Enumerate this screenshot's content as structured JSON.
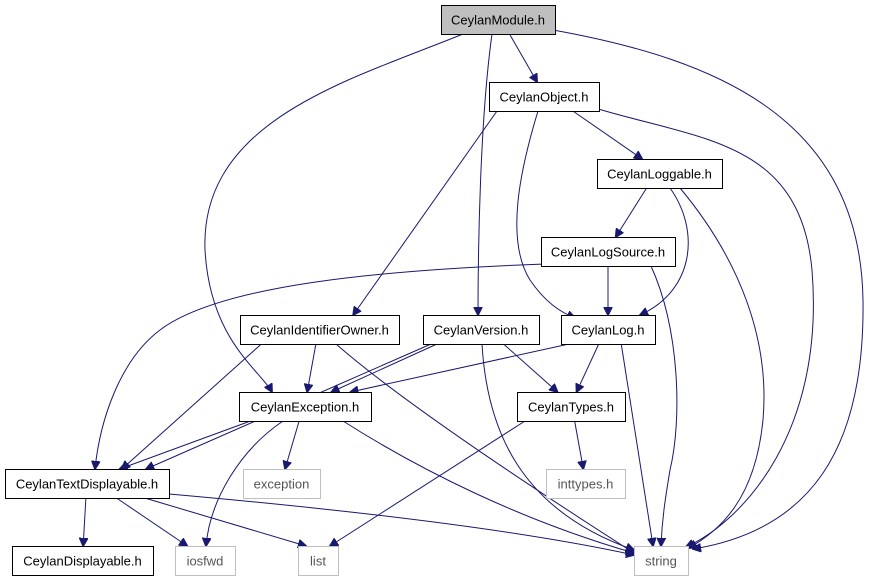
{
  "diagram": {
    "nodes": [
      {
        "id": "module",
        "label": "CeylanModule.h",
        "kind": "root"
      },
      {
        "id": "object",
        "label": "CeylanObject.h",
        "kind": "internal"
      },
      {
        "id": "loggable",
        "label": "CeylanLoggable.h",
        "kind": "internal"
      },
      {
        "id": "logsource",
        "label": "CeylanLogSource.h",
        "kind": "internal"
      },
      {
        "id": "idowner",
        "label": "CeylanIdentifierOwner.h",
        "kind": "internal"
      },
      {
        "id": "version",
        "label": "CeylanVersion.h",
        "kind": "internal"
      },
      {
        "id": "log",
        "label": "CeylanLog.h",
        "kind": "internal"
      },
      {
        "id": "exception_h",
        "label": "CeylanException.h",
        "kind": "internal"
      },
      {
        "id": "types",
        "label": "CeylanTypes.h",
        "kind": "internal"
      },
      {
        "id": "textdisp",
        "label": "CeylanTextDisplayable.h",
        "kind": "internal"
      },
      {
        "id": "exception",
        "label": "exception",
        "kind": "external"
      },
      {
        "id": "inttypes",
        "label": "inttypes.h",
        "kind": "external"
      },
      {
        "id": "displayable",
        "label": "CeylanDisplayable.h",
        "kind": "internal"
      },
      {
        "id": "iosfwd",
        "label": "iosfwd",
        "kind": "external"
      },
      {
        "id": "list",
        "label": "list",
        "kind": "external"
      },
      {
        "id": "string",
        "label": "string",
        "kind": "external"
      }
    ],
    "edges": [
      {
        "from": "module",
        "to": "object"
      },
      {
        "from": "module",
        "to": "string"
      },
      {
        "from": "module",
        "to": "exception_h"
      },
      {
        "from": "module",
        "to": "version"
      },
      {
        "from": "object",
        "to": "loggable"
      },
      {
        "from": "object",
        "to": "string"
      },
      {
        "from": "object",
        "to": "idowner"
      },
      {
        "from": "object",
        "to": "log"
      },
      {
        "from": "loggable",
        "to": "logsource"
      },
      {
        "from": "loggable",
        "to": "log"
      },
      {
        "from": "loggable",
        "to": "string"
      },
      {
        "from": "logsource",
        "to": "log"
      },
      {
        "from": "logsource",
        "to": "string"
      },
      {
        "from": "logsource",
        "to": "textdisp"
      },
      {
        "from": "idowner",
        "to": "exception_h"
      },
      {
        "from": "idowner",
        "to": "textdisp"
      },
      {
        "from": "idowner",
        "to": "string"
      },
      {
        "from": "version",
        "to": "exception_h"
      },
      {
        "from": "version",
        "to": "types"
      },
      {
        "from": "version",
        "to": "textdisp"
      },
      {
        "from": "version",
        "to": "string"
      },
      {
        "from": "log",
        "to": "exception_h"
      },
      {
        "from": "log",
        "to": "types"
      },
      {
        "from": "log",
        "to": "string"
      },
      {
        "from": "exception_h",
        "to": "textdisp"
      },
      {
        "from": "exception_h",
        "to": "exception"
      },
      {
        "from": "exception_h",
        "to": "iosfwd"
      },
      {
        "from": "exception_h",
        "to": "string"
      },
      {
        "from": "types",
        "to": "inttypes"
      },
      {
        "from": "types",
        "to": "list"
      },
      {
        "from": "textdisp",
        "to": "displayable"
      },
      {
        "from": "textdisp",
        "to": "iosfwd"
      },
      {
        "from": "textdisp",
        "to": "list"
      },
      {
        "from": "textdisp",
        "to": "string"
      }
    ]
  }
}
